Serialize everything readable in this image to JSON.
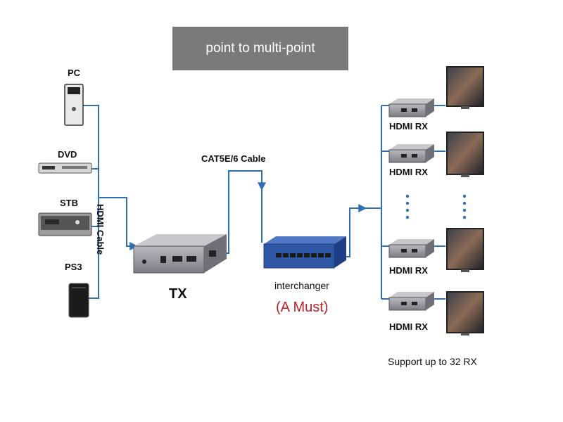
{
  "title": "point to multi-point",
  "sources": {
    "pc": "PC",
    "dvd": "DVD",
    "stb": "STB",
    "ps3": "PS3"
  },
  "hdmi_cable": "HDMI Cable",
  "cat_cable": "CAT5E/6 Cable",
  "tx": "TX",
  "switch": {
    "name": "interchanger",
    "note": "(A Must)"
  },
  "receivers": [
    "HDMI RX",
    "HDMI RX",
    "HDMI RX",
    "HDMI RX"
  ],
  "support": "Support up to 32 RX",
  "colors": {
    "line": "#2f6fb3",
    "banner": "#7a7a7a",
    "accent": "#c0202a"
  }
}
